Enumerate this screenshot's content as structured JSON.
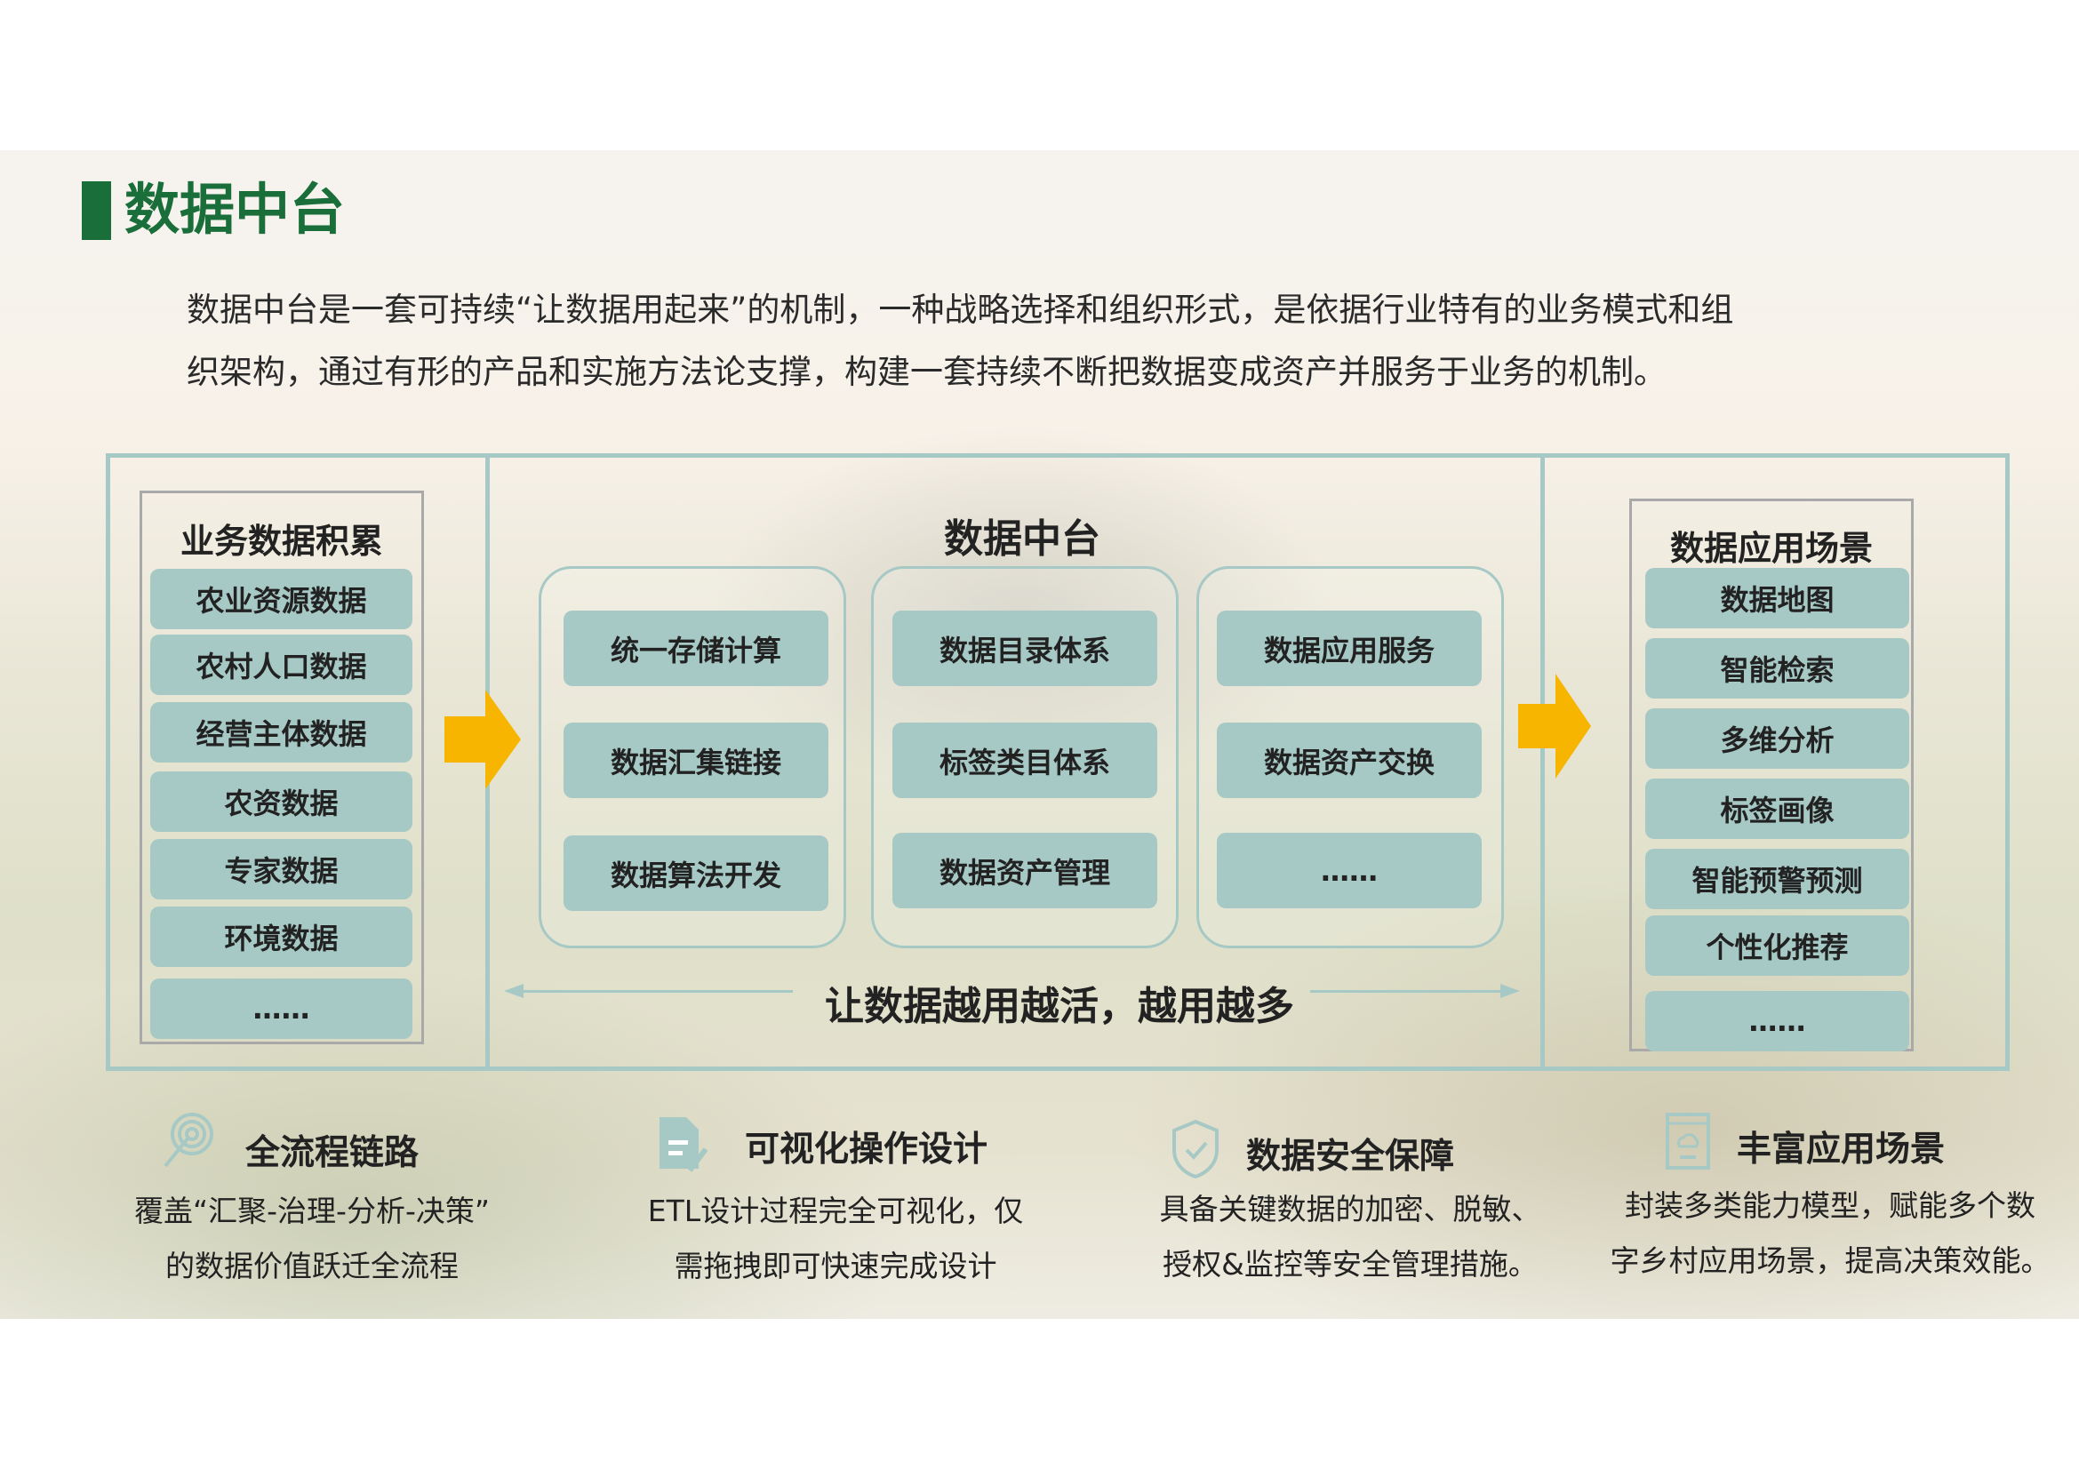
{
  "title": "数据中台",
  "intro": [
    "数据中台是一套可持续“让数据用起来”的机制，一种战略选择和组织形式，是依据行业特有的业务模式和组",
    "织架构，通过有形的产品和实施方法论支撑，构建一套持续不断把数据变成资产并服务于业务的机制。"
  ],
  "left": {
    "title": "业务数据积累",
    "items": [
      "农业资源数据",
      "农村人口数据",
      "经营主体数据",
      "农资数据",
      "专家数据",
      "环境数据",
      "……"
    ]
  },
  "middle": {
    "title": "数据中台",
    "groups": [
      [
        "统一存储计算",
        "数据汇集链接",
        "数据算法开发"
      ],
      [
        "数据目录体系",
        "标签类目体系",
        "数据资产管理"
      ],
      [
        "数据应用服务",
        "数据资产交换",
        "……"
      ]
    ],
    "slogan": "让数据越用越活，越用越多"
  },
  "right": {
    "title": "数据应用场景",
    "items": [
      "数据地图",
      "智能检索",
      "多维分析",
      "标签画像",
      "智能预警预测",
      "个性化推荐",
      "……"
    ]
  },
  "features": [
    {
      "icon": "target-icon",
      "title": "全流程链路",
      "desc": [
        "覆盖“汇聚-治理-分析-决策”",
        "的数据价值跃迁全流程"
      ]
    },
    {
      "icon": "document-edit-icon",
      "title": "可视化操作设计",
      "desc": [
        "ETL设计过程完全可视化，仅",
        "需拖拽即可快速完成设计"
      ]
    },
    {
      "icon": "shield-check-icon",
      "title": "数据安全保障",
      "desc": [
        "具备关键数据的加密、脱敏、",
        "授权&监控等安全管理措施。"
      ]
    },
    {
      "icon": "browser-cloud-icon",
      "title": "丰富应用场景",
      "desc": [
        "封装多类能力模型，赋能多个数",
        "字乡村应用场景，提高决策效能。"
      ]
    }
  ],
  "colors": {
    "accent": "#1a6e3a",
    "teal": "#a7c9c5",
    "arrow": "#f7b500"
  }
}
